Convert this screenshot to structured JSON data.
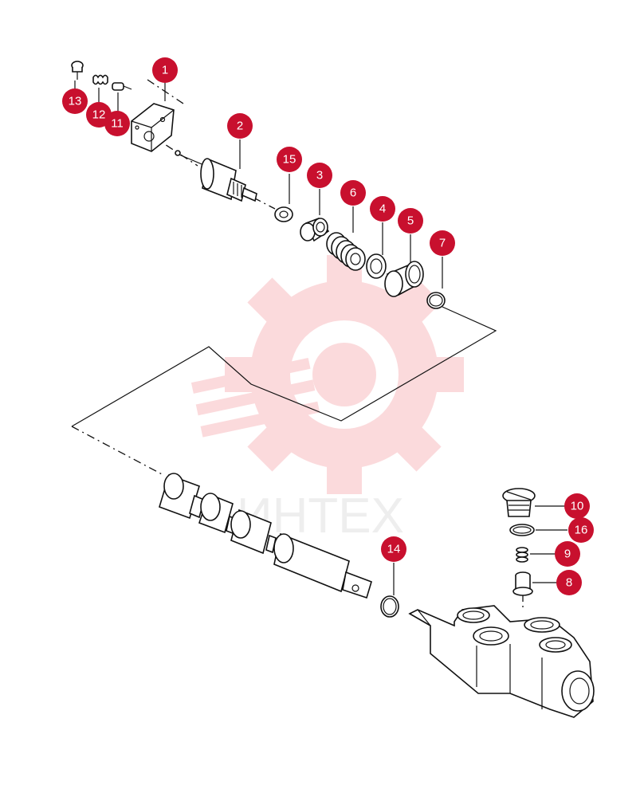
{
  "watermark": {
    "text": "ИНТЕХ",
    "color": "#e8202a"
  },
  "callout_color": "#c8102e",
  "callouts": [
    {
      "id": "1",
      "label": "1"
    },
    {
      "id": "2",
      "label": "2"
    },
    {
      "id": "3",
      "label": "3"
    },
    {
      "id": "4",
      "label": "4"
    },
    {
      "id": "5",
      "label": "5"
    },
    {
      "id": "6",
      "label": "6"
    },
    {
      "id": "7",
      "label": "7"
    },
    {
      "id": "8",
      "label": "8"
    },
    {
      "id": "9",
      "label": "9"
    },
    {
      "id": "10",
      "label": "10"
    },
    {
      "id": "11",
      "label": "11"
    },
    {
      "id": "12",
      "label": "12"
    },
    {
      "id": "13",
      "label": "13"
    },
    {
      "id": "14",
      "label": "14"
    },
    {
      "id": "15",
      "label": "15"
    },
    {
      "id": "16",
      "label": "16"
    }
  ]
}
